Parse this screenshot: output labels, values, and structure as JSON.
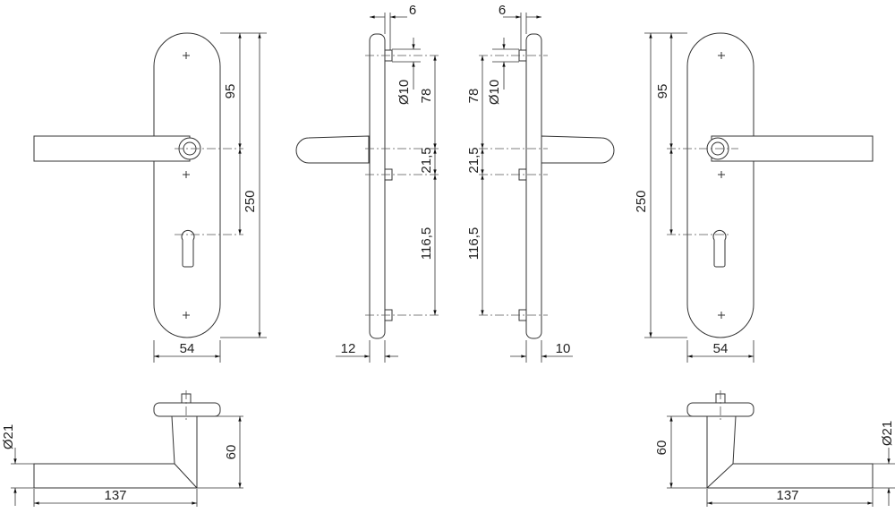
{
  "drawing": {
    "front_left": {
      "height_top": "95",
      "height_total": "250",
      "width": "54"
    },
    "side_left": {
      "top_offset": "6",
      "pin_diameter": "Ø10",
      "dim_upper": "78",
      "dim_middle": "21,5",
      "dim_lower": "116,5",
      "thickness": "12"
    },
    "side_right": {
      "top_offset": "6",
      "pin_diameter": "Ø10",
      "dim_upper": "78",
      "dim_middle": "21,5",
      "dim_lower": "116,5",
      "thickness": "10"
    },
    "front_right": {
      "height_top": "95",
      "height_total": "250",
      "width": "54"
    },
    "bottom_left": {
      "diameter": "Ø21",
      "height": "60",
      "length": "137"
    },
    "bottom_right": {
      "diameter": "Ø21",
      "height": "60",
      "length": "137"
    }
  }
}
